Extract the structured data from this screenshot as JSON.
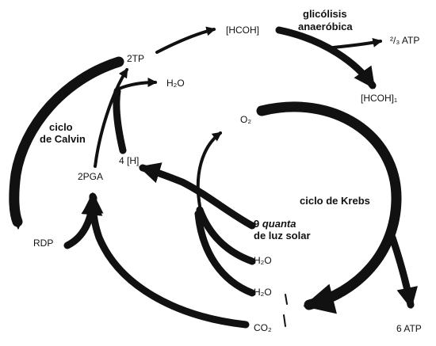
{
  "labels": {
    "hcoh": "[HCOH]",
    "glycolysis_line1": "glicólisis",
    "glycolysis_line2": "anaeróbica",
    "two_thirds_atp": "²/₃ ATP",
    "two_tp": "2TP",
    "h2o_top": "H₂O",
    "hcoh_1": "[HCOH]₁",
    "o2": "O₂",
    "calvin_line1": "ciclo",
    "calvin_line2": "de Calvin",
    "four_h": "4 [H]",
    "two_pga": "2PGA",
    "krebs": "ciclo de Krebs",
    "quanta_prefix": "9 ",
    "quanta_word": "quanta",
    "quanta_line2": "de luz solar",
    "h2o_mid": "H₂O",
    "h2o_low": "H₂O",
    "rdp": "RDP",
    "co2": "CO₂",
    "six_atp": "6 ATP"
  }
}
